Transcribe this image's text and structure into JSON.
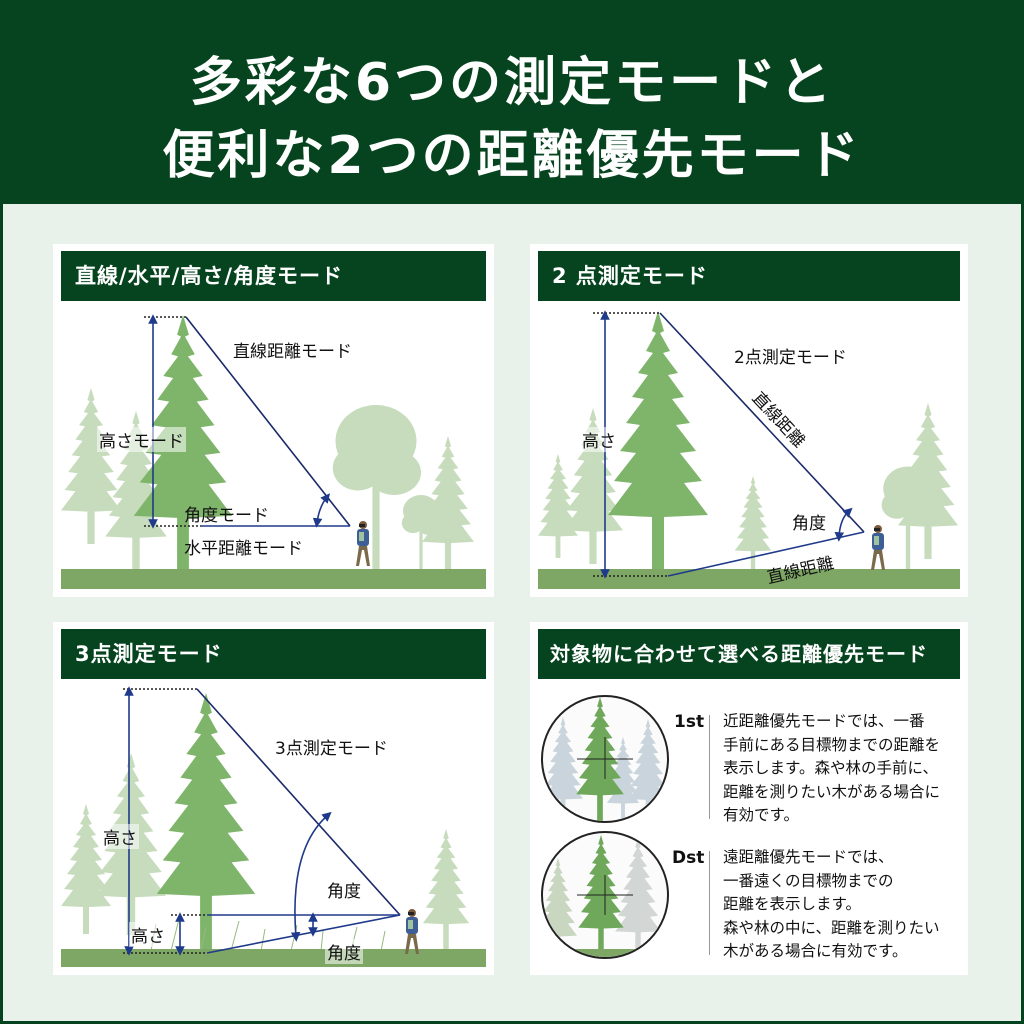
{
  "page": {
    "title_line1": "多彩な6つの測定モードと",
    "title_line2": "便利な2つの距離優先モード",
    "colors": {
      "header_green": "#06441f",
      "background_mint": "#e9f2ea",
      "tree_green": "#6fa85a",
      "faded_tree": "#b9d3ae",
      "ground": "#7ea765",
      "measure_line": "#1f3a8a"
    }
  },
  "panels": [
    {
      "title": "直線/水平/高さ/角度モード",
      "labels": {
        "line_distance": "直線距離モード",
        "height": "高さモード",
        "angle": "角度モード",
        "horizontal": "水平距離モード"
      }
    },
    {
      "title": "2 点測定モード",
      "labels": {
        "mode": "2点測定モード",
        "line_upper": "直線距離",
        "height": "高さ",
        "angle": "角度",
        "line_lower": "直線距離"
      }
    },
    {
      "title": "3点測定モード",
      "labels": {
        "mode": "3点測定モード",
        "height": "高さ",
        "angle_upper": "角度",
        "height_lower": "高さ",
        "angle_lower": "角度"
      }
    },
    {
      "title": "対象物に合わせて選べる距離優先モード",
      "modes": [
        {
          "tag": "1st",
          "icon": "scope-near-tree-icon",
          "description": "近距離優先モードでは、一番\n手前にある目標物までの距離を\n表示します。森や林の手前に、\n距離を測りたい木がある場合に\n有効です。"
        },
        {
          "tag": "Dst",
          "icon": "scope-far-tree-icon",
          "description": "遠距離優先モードでは、\n一番遠くの目標物までの\n距離を表示します。\n森や林の中に、距離を測りたい\n木がある場合に有効です。"
        }
      ]
    }
  ]
}
